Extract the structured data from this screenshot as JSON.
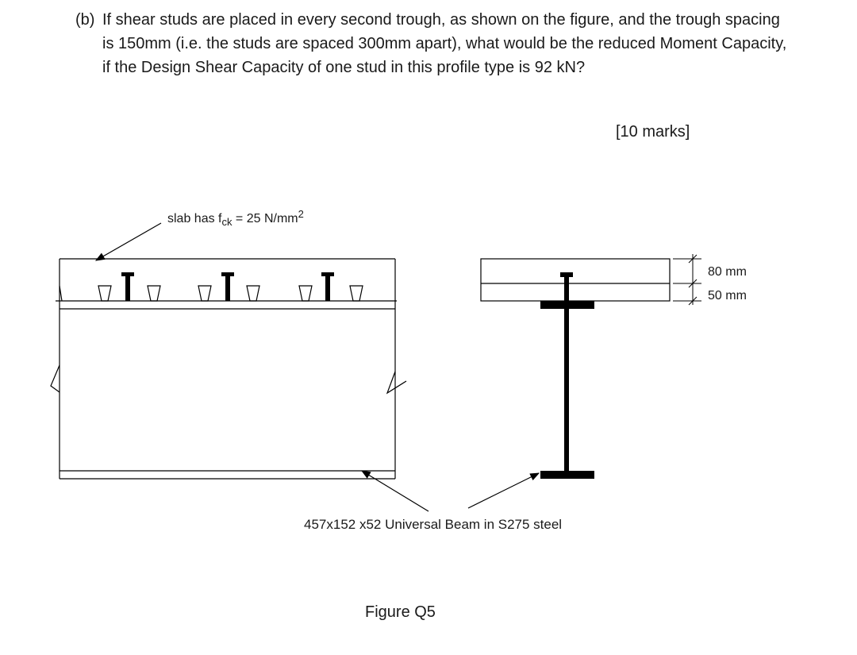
{
  "question": {
    "label": "(b)",
    "text": "If shear studs are placed in every second trough, as shown on the figure, and the trough spacing is 150mm (i.e. the studs are spaced 300mm apart), what would be the reduced Moment Capacity, if the Design Shear Capacity of one stud in this profile type is 92 kN?",
    "marks": "[10 marks]"
  },
  "figure": {
    "slab_label_prefix": "slab has f",
    "slab_label_sub": "ck",
    "slab_label_suffix": " = 25 N/mm",
    "slab_label_sup": "2",
    "dim_top": "80 mm",
    "dim_bottom": "50 mm",
    "beam_label": "457x152 x52 Universal Beam in S275 steel",
    "caption": "Figure Q5"
  }
}
